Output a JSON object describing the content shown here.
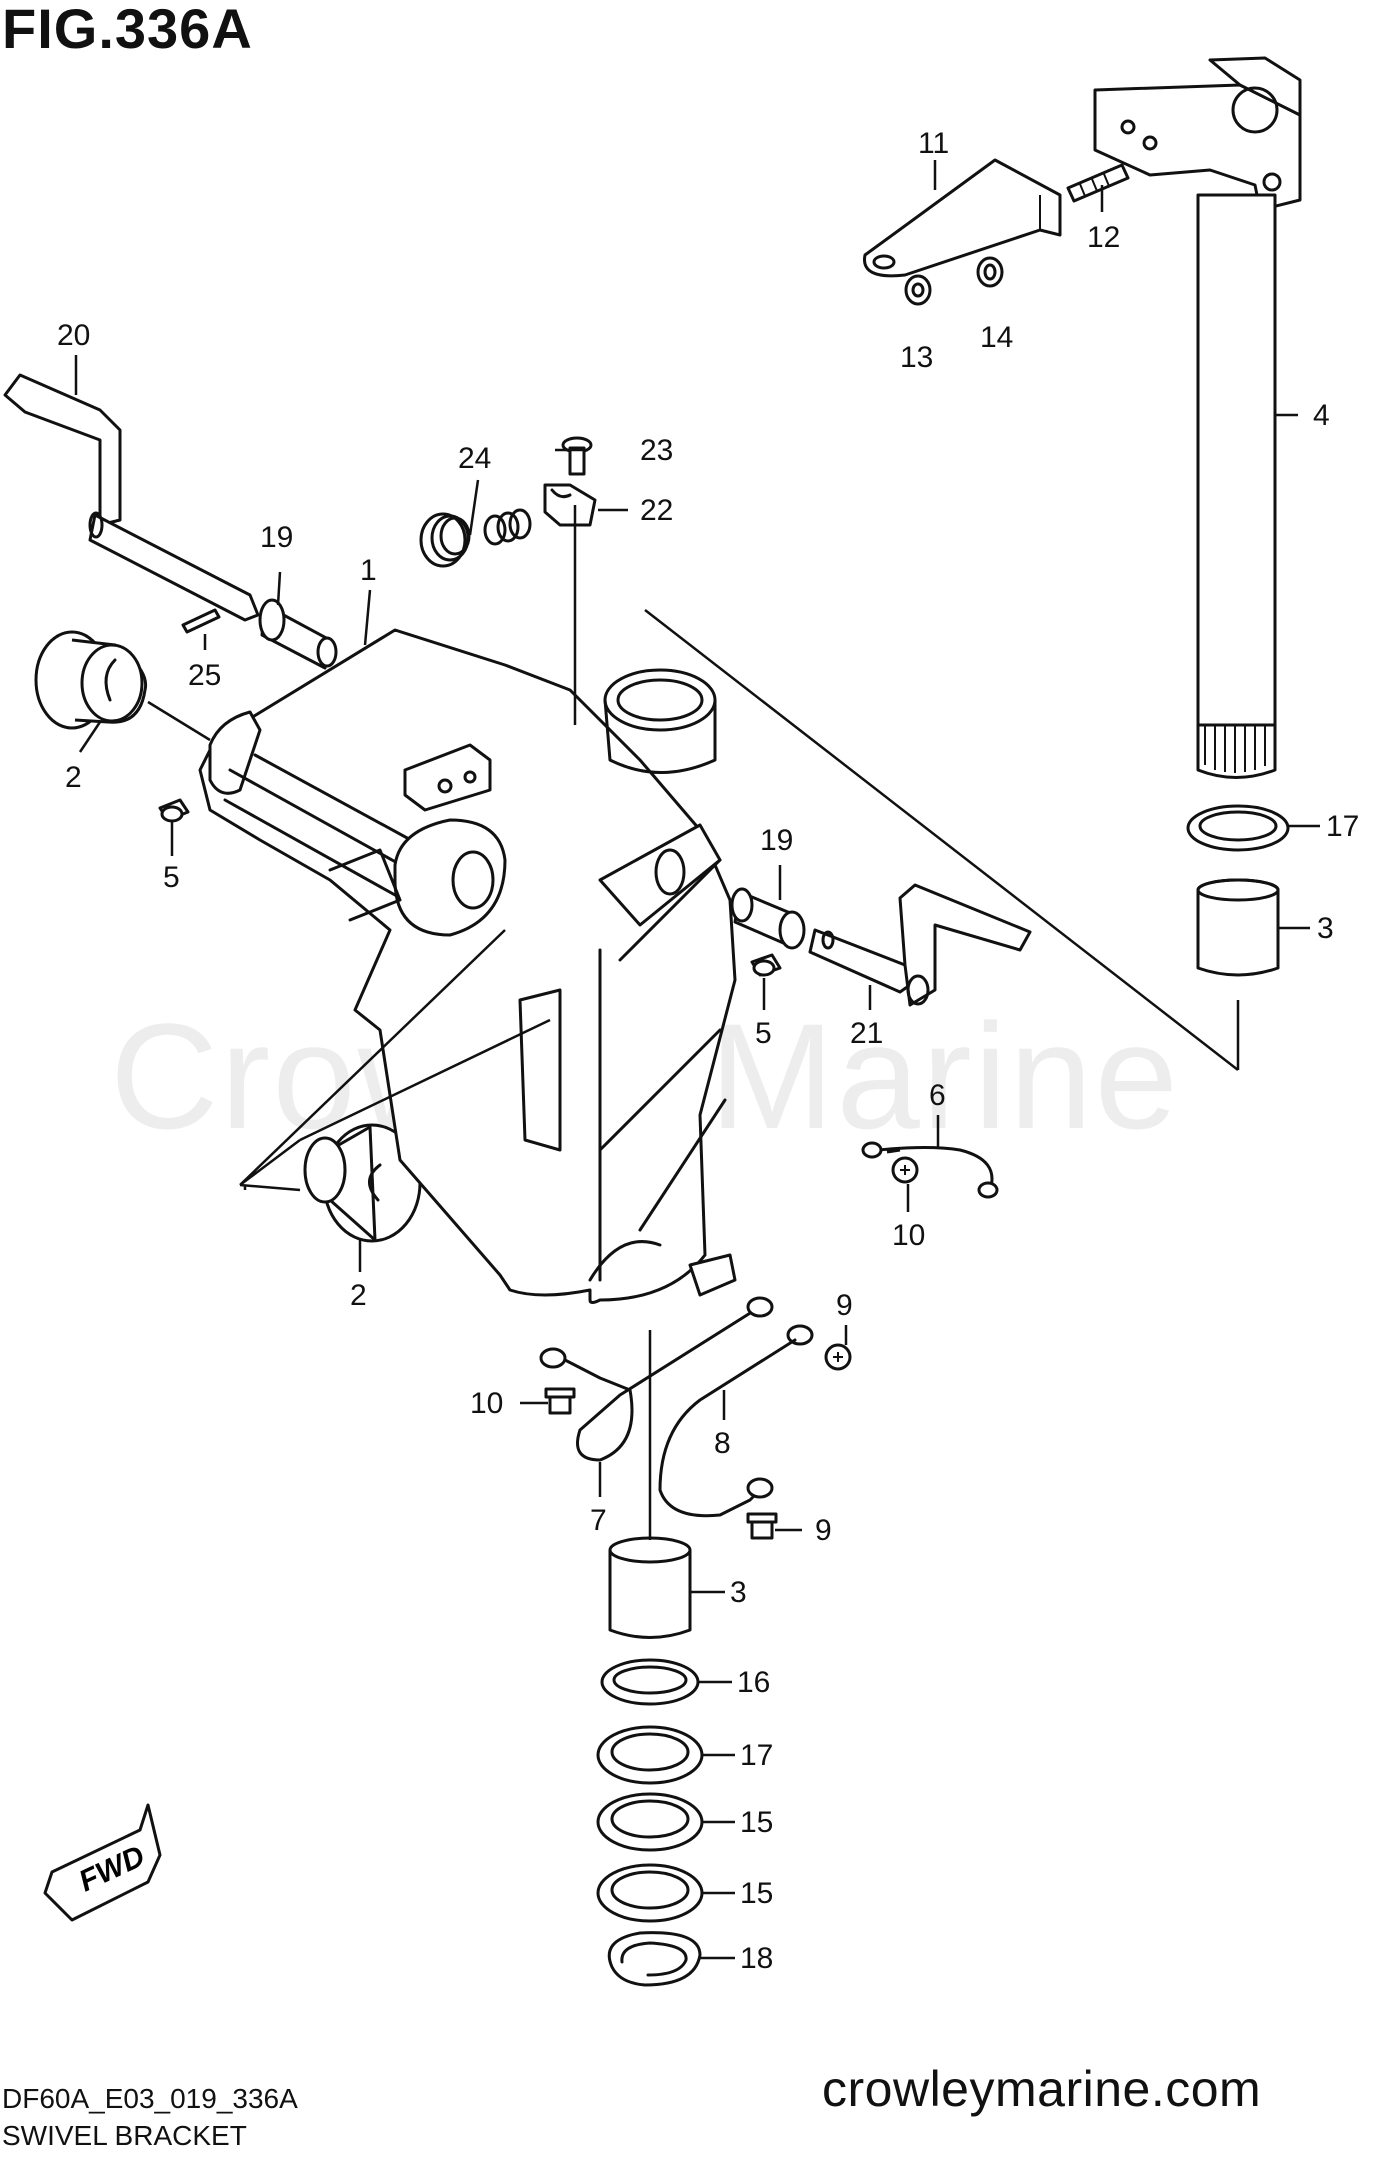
{
  "figure_title": "FIG.336A",
  "footer": {
    "code": "DF60A_E03_019_336A",
    "name": "SWIVEL BRACKET",
    "website": "crowleymarine.com"
  },
  "watermark": "Crowley Marine",
  "fwd_label": "FWD",
  "callouts": [
    {
      "id": "c1",
      "text": "1"
    },
    {
      "id": "c2a",
      "text": "2"
    },
    {
      "id": "c2b",
      "text": "2"
    },
    {
      "id": "c3a",
      "text": "3"
    },
    {
      "id": "c3b",
      "text": "3"
    },
    {
      "id": "c4",
      "text": "4"
    },
    {
      "id": "c5a",
      "text": "5"
    },
    {
      "id": "c5b",
      "text": "5"
    },
    {
      "id": "c6",
      "text": "6"
    },
    {
      "id": "c7",
      "text": "7"
    },
    {
      "id": "c8",
      "text": "8"
    },
    {
      "id": "c9a",
      "text": "9"
    },
    {
      "id": "c9b",
      "text": "9"
    },
    {
      "id": "c10a",
      "text": "10"
    },
    {
      "id": "c10b",
      "text": "10"
    },
    {
      "id": "c11",
      "text": "11"
    },
    {
      "id": "c12",
      "text": "12"
    },
    {
      "id": "c13",
      "text": "13"
    },
    {
      "id": "c14",
      "text": "14"
    },
    {
      "id": "c15a",
      "text": "15"
    },
    {
      "id": "c15b",
      "text": "15"
    },
    {
      "id": "c16",
      "text": "16"
    },
    {
      "id": "c17a",
      "text": "17"
    },
    {
      "id": "c17b",
      "text": "17"
    },
    {
      "id": "c18",
      "text": "18"
    },
    {
      "id": "c19a",
      "text": "19"
    },
    {
      "id": "c19b",
      "text": "19"
    },
    {
      "id": "c20",
      "text": "20"
    },
    {
      "id": "c21",
      "text": "21"
    },
    {
      "id": "c22",
      "text": "22"
    },
    {
      "id": "c23",
      "text": "23"
    },
    {
      "id": "c24",
      "text": "24"
    },
    {
      "id": "c25",
      "text": "25"
    }
  ]
}
